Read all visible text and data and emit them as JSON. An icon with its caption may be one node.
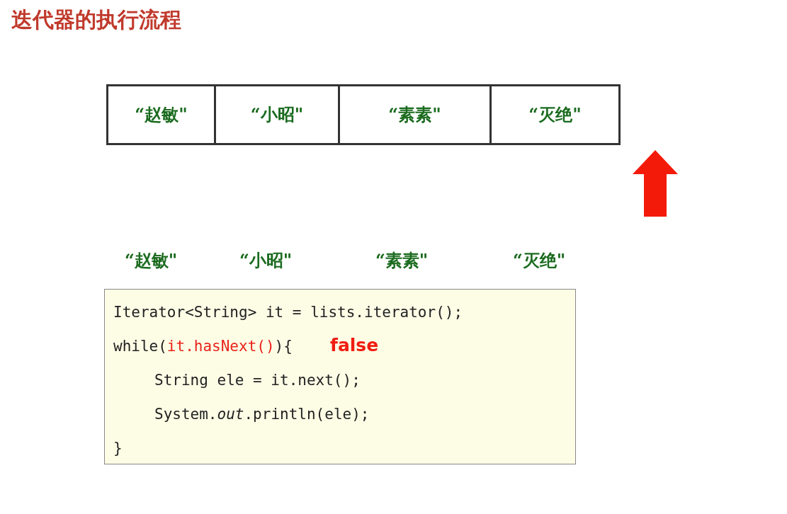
{
  "diagram": {
    "title": "迭代器的执行流程",
    "nodes": [
      {
        "text": [
          "“赵敏\""
        ]
      },
      {
        "text": [
          "“小昭\""
        ]
      },
      {
        "text": [
          "“素素\""
        ]
      },
      {
        "text": [
          "“灭绝\""
        ]
      },
      {
        "text": [
          "Iterator<String> it = lists.iterator();",
          "while(**it.hasNext()**){",
          "false",
          "String ele = it.next();",
          "System.*out*.println(ele);",
          "}"
        ]
      }
    ],
    "edges": [],
    "labels": [
      "“赵敏\"",
      "“小昭\"",
      "“素素\"",
      "“灭绝\""
    ]
  }
}
